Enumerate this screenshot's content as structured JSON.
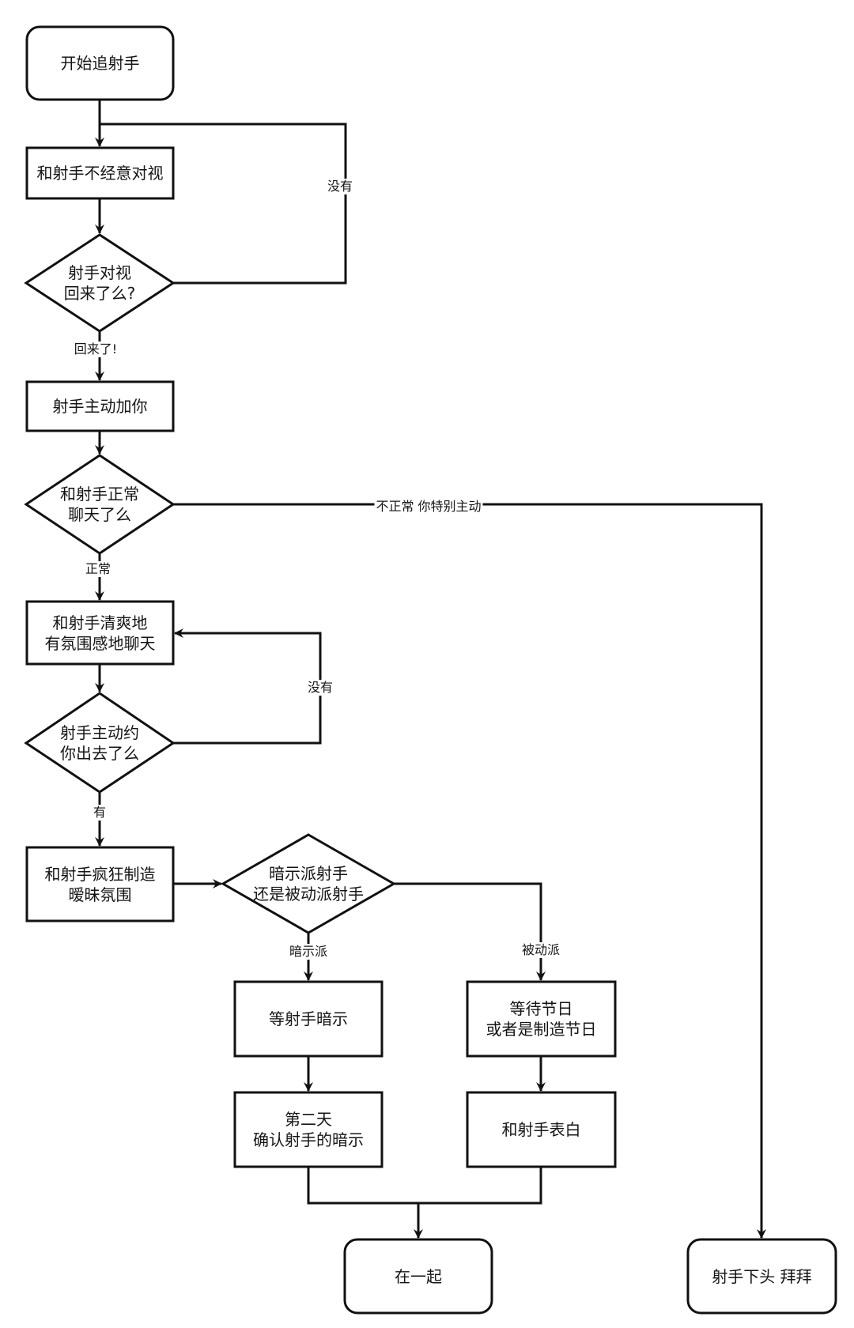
{
  "title": "追射手流程图",
  "nodes": {
    "start": "开始追射手",
    "eye_contact": "和射手不经意对视",
    "q_look_back": "射手对视\n回来了么?",
    "adds_you": "射手主动加你",
    "q_chat_normal": "和射手正常\n聊天了么",
    "chat_vibe": "和射手清爽地\n有氛围感地聊天",
    "q_ask_out": "射手主动约\n你出去了么",
    "create_ambiguity": "和射手疯狂制造\n暧昧氛围",
    "q_type": "暗示派射手\n还是被动派射手",
    "wait_hint": "等射手暗示",
    "confirm_hint": "第二天\n确认射手的暗示",
    "wait_holiday": "等待节日\n或者是制造节日",
    "confess": "和射手表白",
    "end_together": "在一起",
    "end_bye": "射手下头 拜拜"
  },
  "edge_labels": {
    "no_look_back": "没有",
    "yes_look_back": "回来了!",
    "not_normal": "不正常 你特别主动",
    "normal": "正常",
    "no_ask_out": "没有",
    "yes_ask_out": "有",
    "hint_type": "暗示派",
    "passive_type": "被动派"
  }
}
